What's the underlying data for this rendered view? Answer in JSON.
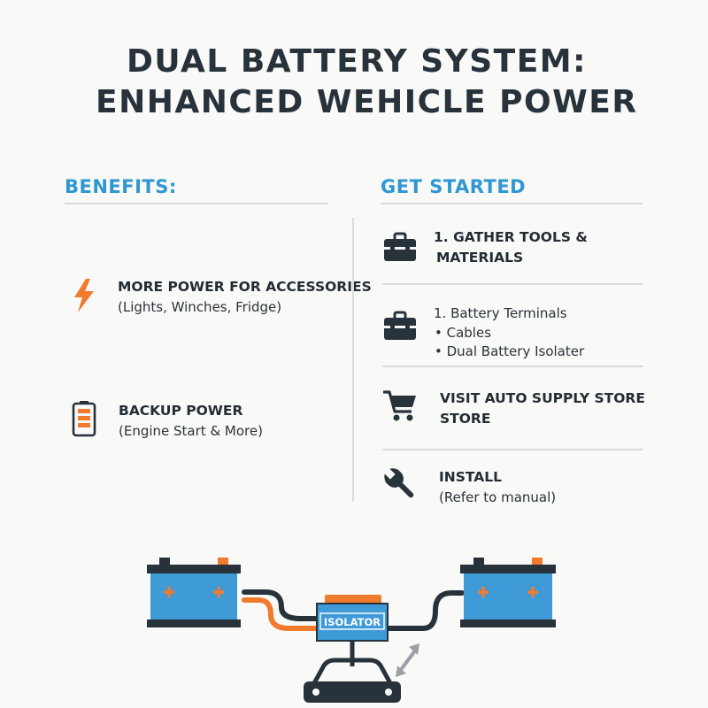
{
  "title": {
    "line1": "DUAL BATTERY SYSTEM:",
    "line2": "ENHANCED WEHICLE POWER"
  },
  "benefits": {
    "heading": "BENEFITS:",
    "items": [
      {
        "icon": "lightning-icon",
        "title": "MORE POWER FOR ACCESSORIES",
        "detail": "(Lights, Winches, Fridge)"
      },
      {
        "icon": "battery-icon",
        "title": "BACKUP POWER",
        "detail": "(Engine Start & More)"
      }
    ]
  },
  "get_started": {
    "heading": "GET STARTED",
    "steps": [
      {
        "icon": "toolbox-icon",
        "line1": "1. GATHER TOOLS &",
        "line2": "MATERIALS"
      },
      {
        "icon": "toolbox-icon",
        "line1": "1. Battery Terminals",
        "line2": "• Cables",
        "line3": "• Dual Battery Isolater"
      },
      {
        "icon": "shopping-cart-icon",
        "line1": "VISIT AUTO SUPPLY STORE",
        "line2": "STORE"
      },
      {
        "icon": "wrench-icon",
        "line1": "INSTALL",
        "line2": "(Refer to manual)"
      }
    ]
  },
  "diagram": {
    "isolator_label": "ISOLATOR"
  },
  "colors": {
    "accent_blue": "#2f97d1",
    "accent_orange": "#f07b2c",
    "dark": "#27323a",
    "battery_blue": "#3f9ad8"
  }
}
